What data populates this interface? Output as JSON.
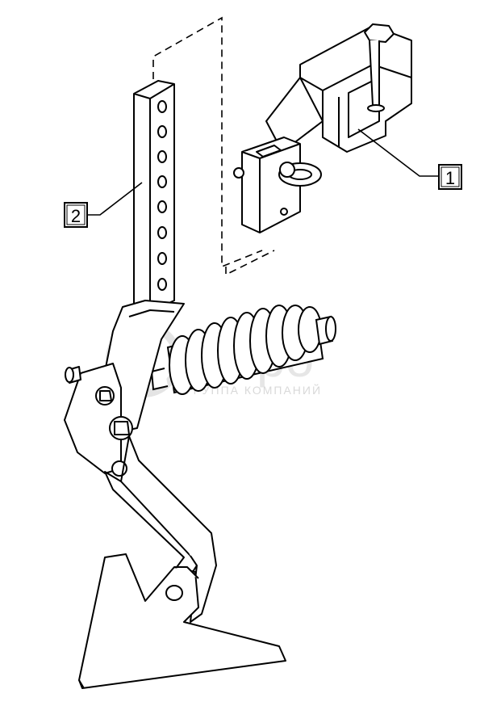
{
  "callouts": [
    {
      "id": "1",
      "label": "1"
    },
    {
      "id": "2",
      "label": "2"
    }
  ],
  "watermark": {
    "brand": "Агро",
    "tagline": "ГРУППА КОМПАНИЙ"
  },
  "colors": {
    "line": "#000000",
    "background": "#ffffff",
    "watermark": "#e0e0e0"
  }
}
